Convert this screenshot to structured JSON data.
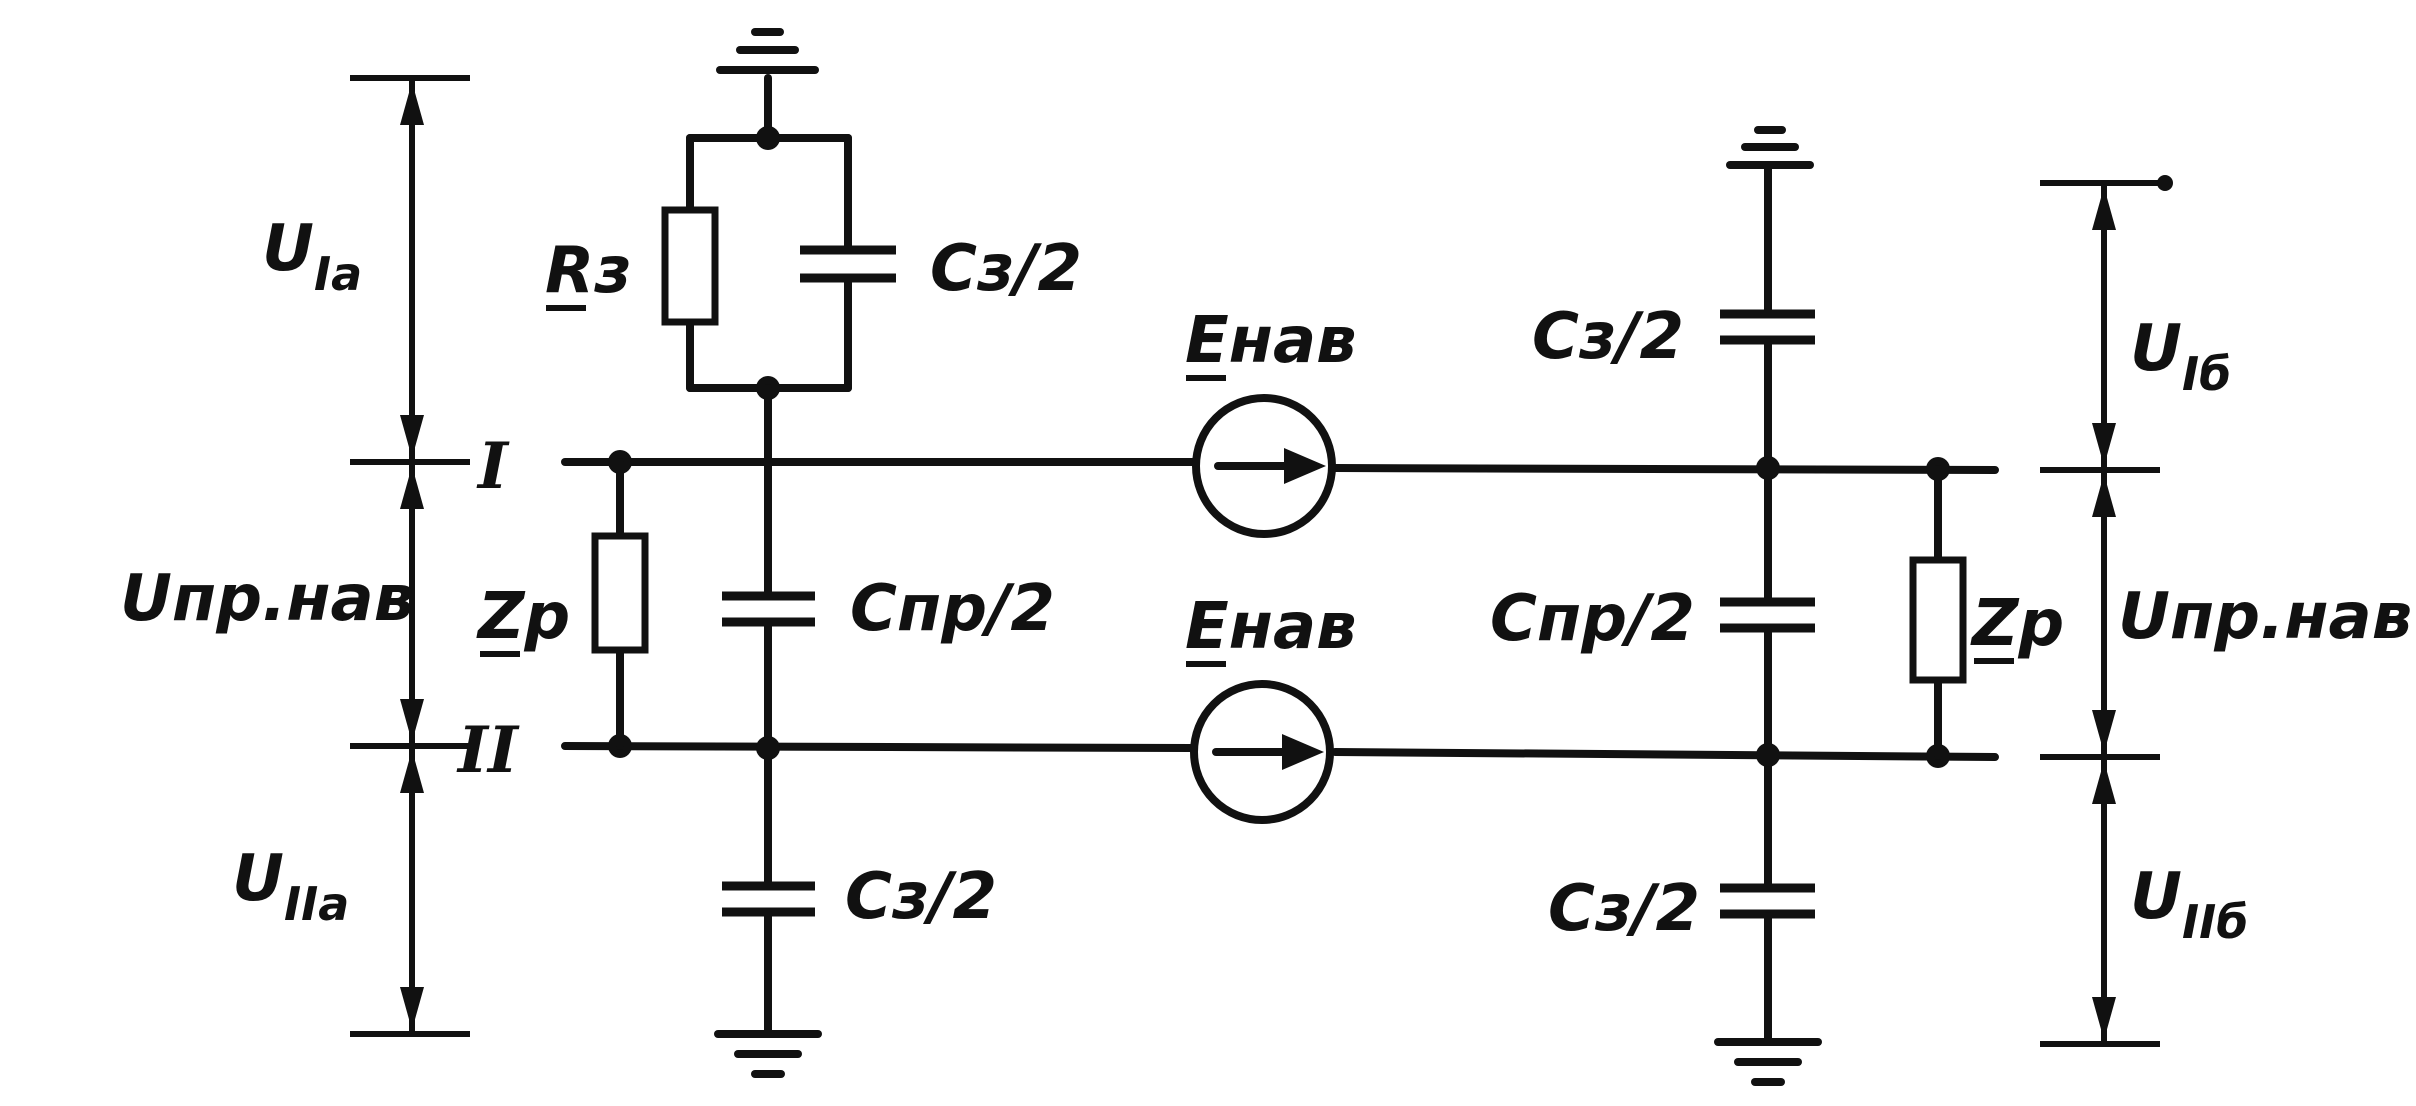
{
  "labels": {
    "u1a_main": "U",
    "u1a_sub": "Iа",
    "u2a_main": "U",
    "u2a_sub": "IIа",
    "u1b_main": "U",
    "u1b_sub": "Iб",
    "u2b_main": "U",
    "u2b_sub": "IIб",
    "upr_left": "Uпр.нав",
    "upr_right": "Uпр.нав",
    "line1": "I",
    "line2": "II",
    "r3": "Rз",
    "c3_half": "Cз/2",
    "cpr_half": "Cпр/2",
    "zp": "Zр",
    "enav": "Eнав"
  }
}
